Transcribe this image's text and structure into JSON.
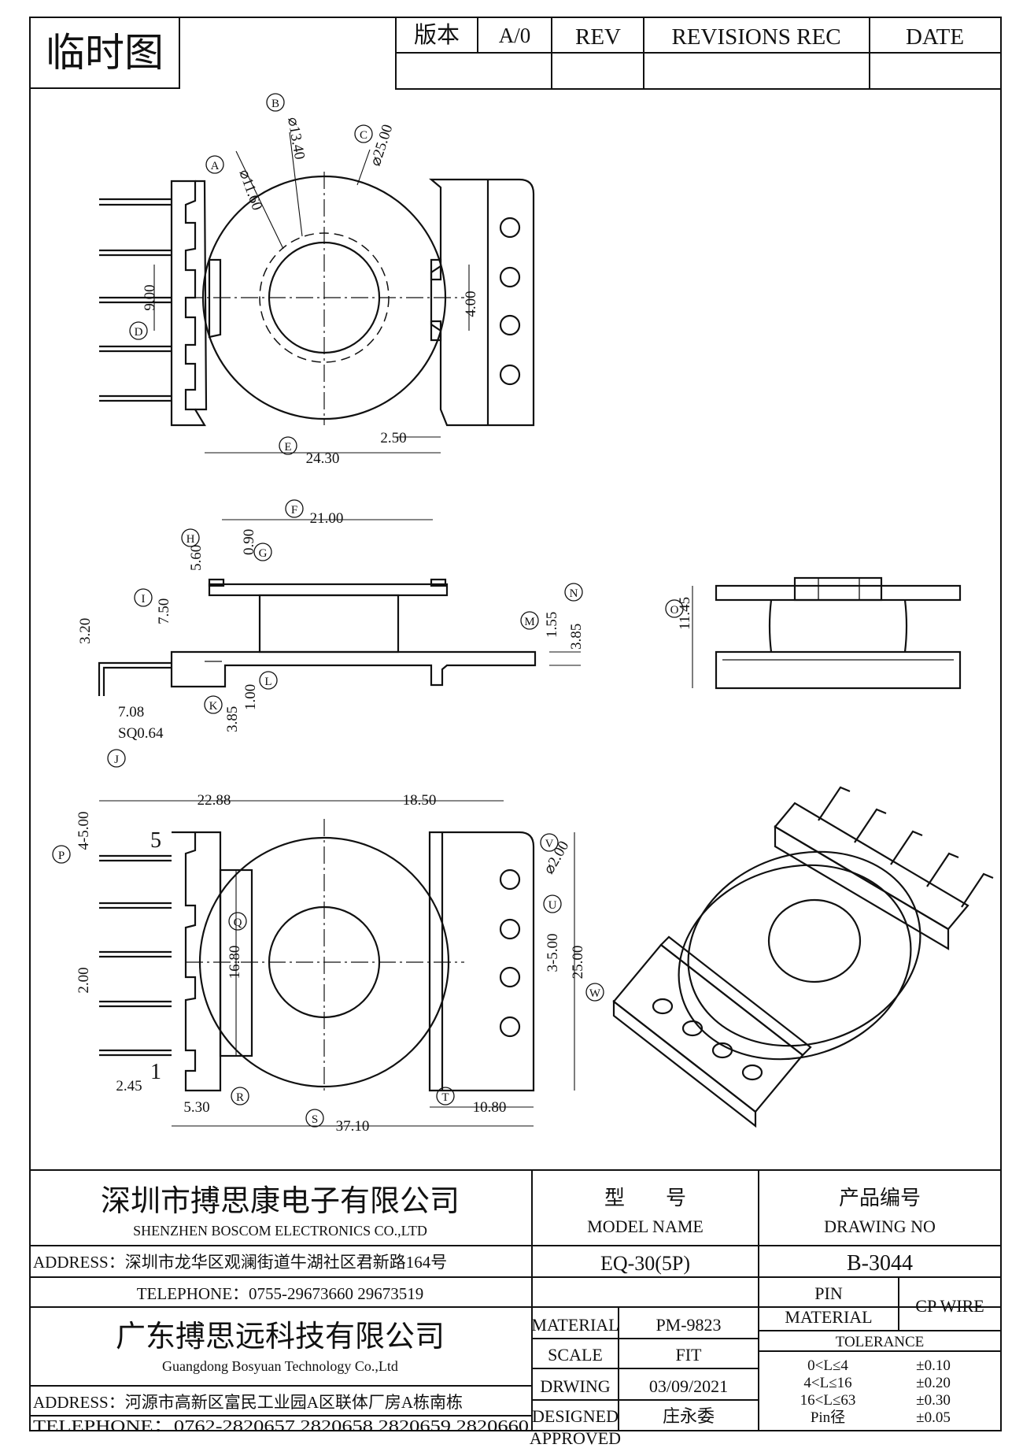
{
  "header": {
    "stamp": "临时图",
    "version_label": "版本",
    "version_value": "A/0",
    "rev_label": "REV",
    "revisions_label": "REVISIONS REC",
    "date_label": "DATE"
  },
  "top_view": {
    "callouts": [
      "A",
      "B",
      "C",
      "D",
      "E"
    ],
    "d_a": "⌀11.60",
    "d_b": "⌀13.40",
    "d_c": "⌀25.00",
    "w_slot": "9.00",
    "w_key": "4.00",
    "w_width": "24.30",
    "w_offset": "2.50"
  },
  "side_view": {
    "callouts": [
      "F",
      "G",
      "H",
      "I",
      "J",
      "K",
      "L",
      "M",
      "N",
      "O"
    ],
    "d_length": "21.00",
    "d_flange": "0.90",
    "d_flange_h": "5.60",
    "d_body_h": "7.50",
    "d_pin_h": "3.20",
    "d_pin_len": "7.08",
    "d_pin_sq": "SQ0.64",
    "d_base_h": "3.85",
    "d_base_t": "1.00",
    "d_step": "1.55",
    "d_step_h": "3.85",
    "d_total_h": "11.45"
  },
  "bottom_view": {
    "callouts": [
      "P",
      "Q",
      "R",
      "S",
      "T",
      "U",
      "V",
      "W"
    ],
    "pin_first": "1",
    "pin_last": "5",
    "d_left": "22.88",
    "d_right": "18.50",
    "d_pitch_a": "4-5.00",
    "d_pitch_b": "2.00",
    "d_win": "16.80",
    "d_pin_off": "2.45",
    "d_foot": "5.30",
    "d_overall": "37.10",
    "d_tab": "10.80",
    "d_hole": "⌀2.00",
    "d_hole_pitch": "3-5.00",
    "d_height": "25.00"
  },
  "title_block": {
    "company_cn": "深圳市搏思康电子有限公司",
    "company_en": "SHENZHEN BOSCOM ELECTRONICS CO.,LTD",
    "address_1": "ADDRESS：深圳市龙华区观澜街道牛湖社区君新路164号",
    "telephone_1": "TELEPHONE：0755-29673660 29673519",
    "company2_cn": "广东搏思远科技有限公司",
    "company2_en": "Guangdong Bosyuan Technology Co.,Ltd",
    "address_2": "ADDRESS：河源市高新区富民工业园A区联体厂房A栋南栋",
    "telephone_2": "TELEPHONE：0762-2820657 2820658 2820659 2820660",
    "model_cn": "型　　号",
    "model_en": "MODEL NAME",
    "model_value": "EQ-30(5P)",
    "drawing_cn": "产品编号",
    "drawing_en": "DRAWING NO",
    "drawing_value": "B-3044",
    "material_label": "MATERIAL",
    "material_value": "PM-9823",
    "scale_label": "SCALE",
    "scale_value": "FIT",
    "drawing_label": "DRWING",
    "drawing_date": "03/09/2021",
    "designed_label": "DESIGNED",
    "designed_value": "庄永委",
    "approved_label": "APPROVED",
    "pin_label": "PIN",
    "pin_material_label": "MATERIAL",
    "pin_material_value": "CP WIRE",
    "tolerance_label": "TOLERANCE",
    "tolerances": [
      {
        "range": "0<L≤4",
        "value": "±0.10"
      },
      {
        "range": "4<L≤16",
        "value": "±0.20"
      },
      {
        "range": "16<L≤63",
        "value": "±0.30"
      },
      {
        "range": "Pin径",
        "value": "±0.05"
      }
    ]
  }
}
